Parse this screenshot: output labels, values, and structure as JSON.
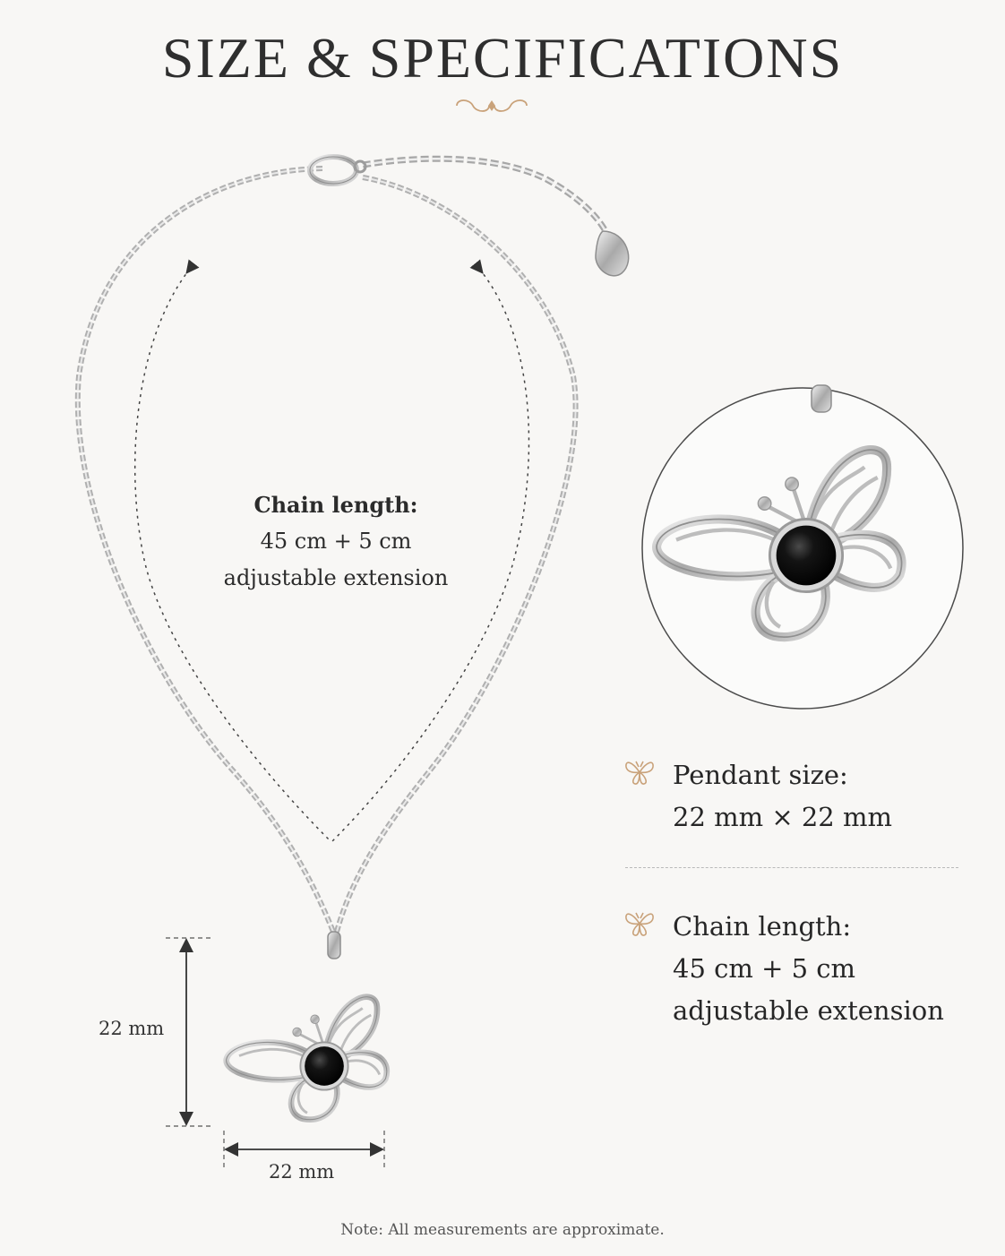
{
  "title": "SIZE & SPECIFICATIONS",
  "center_label": {
    "label": "Chain length:",
    "value": "45 cm + 5 cm",
    "extension": "adjustable extension"
  },
  "dimensions": {
    "height": "22 mm",
    "width": "22 mm"
  },
  "specs": [
    {
      "icon": "butterfly-icon",
      "label": "Pendant size:",
      "value": "22 mm × 22 mm"
    },
    {
      "icon": "butterfly-icon",
      "label": "Chain length:",
      "value": "45 cm + 5 cm",
      "extension": "adjustable extension"
    }
  ],
  "note": "Note: All measurements are approximate.",
  "colors": {
    "background": "#f8f7f5",
    "accent_gold": "#c9a27a",
    "silver": "#b9b9b9",
    "stone": "#111111"
  }
}
